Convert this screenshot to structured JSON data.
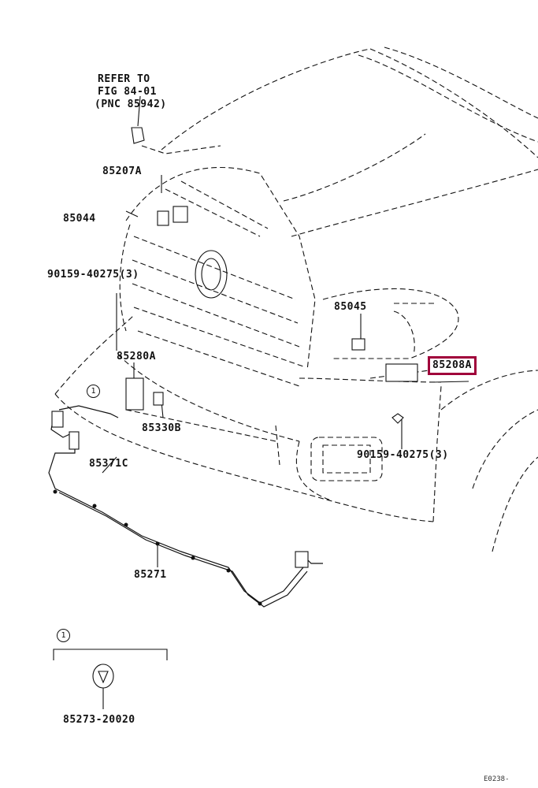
{
  "refer_note": {
    "line1": "REFER TO",
    "line2": "FIG 84-01",
    "line3": "(PNC 85942)"
  },
  "labels": {
    "p85207a": "85207A",
    "p85044": "85044",
    "p90159_left": "90159-40275(3)",
    "p85045": "85045",
    "p85208a": "85208A",
    "p85280a": "85280A",
    "p85330b": "85330B",
    "p90159_right": "90159-40275(3)",
    "p85371c": "85371C",
    "p85271": "85271",
    "p85273": "85273-20020"
  },
  "callouts": {
    "main": "1",
    "detail": "1"
  },
  "highlight_color": "#a0003a",
  "figure_code": "E0238-"
}
